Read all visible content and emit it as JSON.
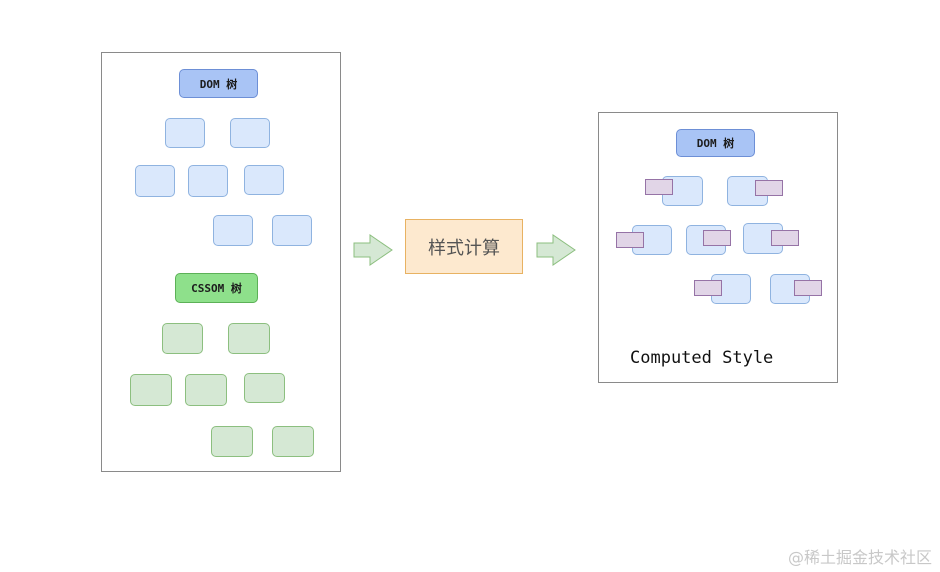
{
  "left_panel": {
    "dom_tree_label": "DOM 树",
    "cssom_tree_label": "CSSOM 树"
  },
  "process": {
    "label": "样式计算"
  },
  "right_panel": {
    "dom_tree_label": "DOM 树",
    "computed_style_label": "Computed Style"
  },
  "watermark": "@稀土掘金技术社区",
  "colors": {
    "dom_node_fill": "#dae8fc",
    "dom_root_fill": "#a9c4f5",
    "cssom_node_fill": "#d5e8d4",
    "cssom_root_fill": "#8ee08b",
    "process_fill": "#fde9cf",
    "style_tag_fill": "#e1d5e7",
    "arrow_fill": "#d5e8d4"
  }
}
